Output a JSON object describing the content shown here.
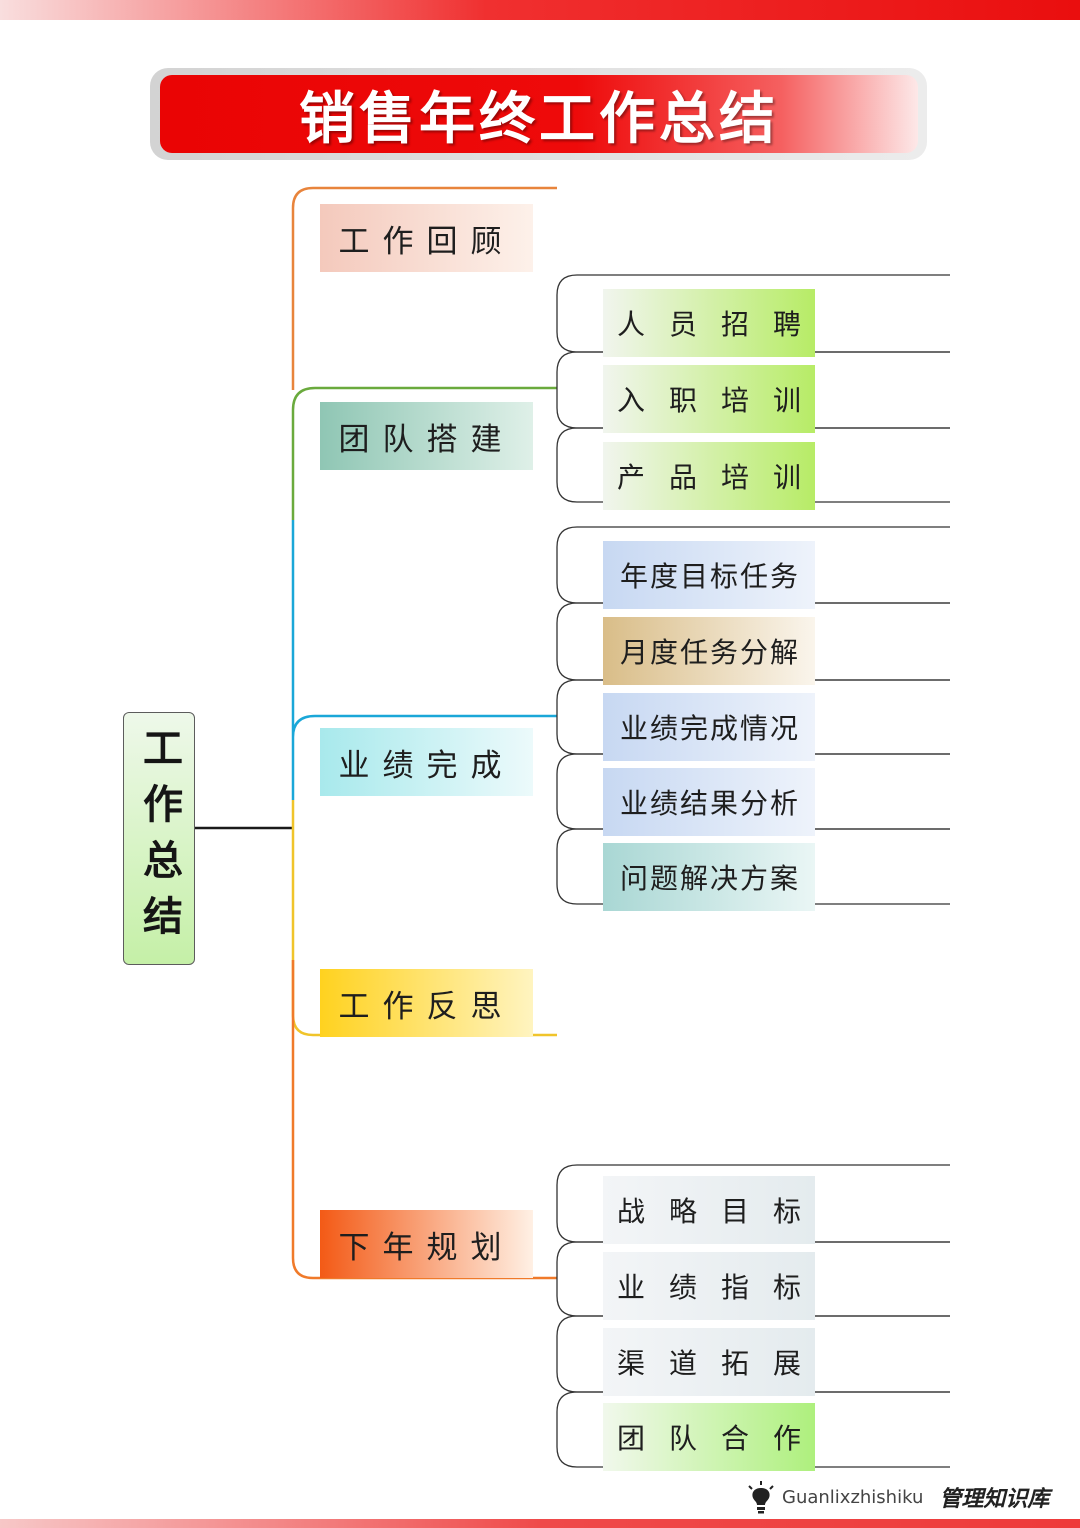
{
  "title": "销售年终工作总结",
  "root": "工作总结",
  "branches": [
    {
      "label": "工作回顾",
      "line": "#e8843c",
      "fill": [
        "#f4c9bc",
        "#fdf1ea"
      ],
      "children": []
    },
    {
      "label": "团队搭建",
      "line": "#6aaa3d",
      "fill": [
        "#8fc6b4",
        "#dff0e8"
      ],
      "children": [
        {
          "label": "人员招聘",
          "fill": [
            "#f1f5ee",
            "#b7ec66"
          ]
        },
        {
          "label": "入职培训",
          "fill": [
            "#f1f5ee",
            "#b7ec66"
          ]
        },
        {
          "label": "产品培训",
          "fill": [
            "#f1f5ee",
            "#b7ec66"
          ]
        }
      ]
    },
    {
      "label": "业绩完成",
      "line": "#1aa7d8",
      "fill": [
        "#a8e9ec",
        "#ecfafb"
      ],
      "children": [
        {
          "label": "年度目标任务",
          "fill": [
            "#c7d8f2",
            "#eef3fb"
          ]
        },
        {
          "label": "月度任务分解",
          "fill": [
            "#d9bd88",
            "#faf5ec"
          ]
        },
        {
          "label": "业绩完成情况",
          "fill": [
            "#c7d8f2",
            "#eef3fb"
          ]
        },
        {
          "label": "业绩结果分析",
          "fill": [
            "#c7d8f2",
            "#eef3fb"
          ]
        },
        {
          "label": "问题解决方案",
          "fill": [
            "#a9d7d4",
            "#eaf6f5"
          ]
        }
      ]
    },
    {
      "label": "工作反思",
      "line": "#f0c42a",
      "fill": [
        "#ffd21f",
        "#fff4c0"
      ],
      "children": []
    },
    {
      "label": "下年规划",
      "line": "#f07a2a",
      "fill": [
        "#f35a16",
        "#fff0e4"
      ],
      "children": [
        {
          "label": "战略目标",
          "fill": [
            "#f3f5f7",
            "#e4ebee"
          ]
        },
        {
          "label": "业绩指标",
          "fill": [
            "#f3f5f7",
            "#e4ebee"
          ]
        },
        {
          "label": "渠道拓展",
          "fill": [
            "#f3f5f7",
            "#e4ebee"
          ]
        },
        {
          "label": "团队合作",
          "fill": [
            "#f1f8ec",
            "#aef07d"
          ]
        }
      ]
    }
  ],
  "footer": {
    "brand_en": "Guanlixzhishiku",
    "brand_cn": "管理知识库"
  },
  "colors": {
    "accent": "#ea0404",
    "root_border": "#5c5c5c",
    "sub_line": "#333333"
  }
}
